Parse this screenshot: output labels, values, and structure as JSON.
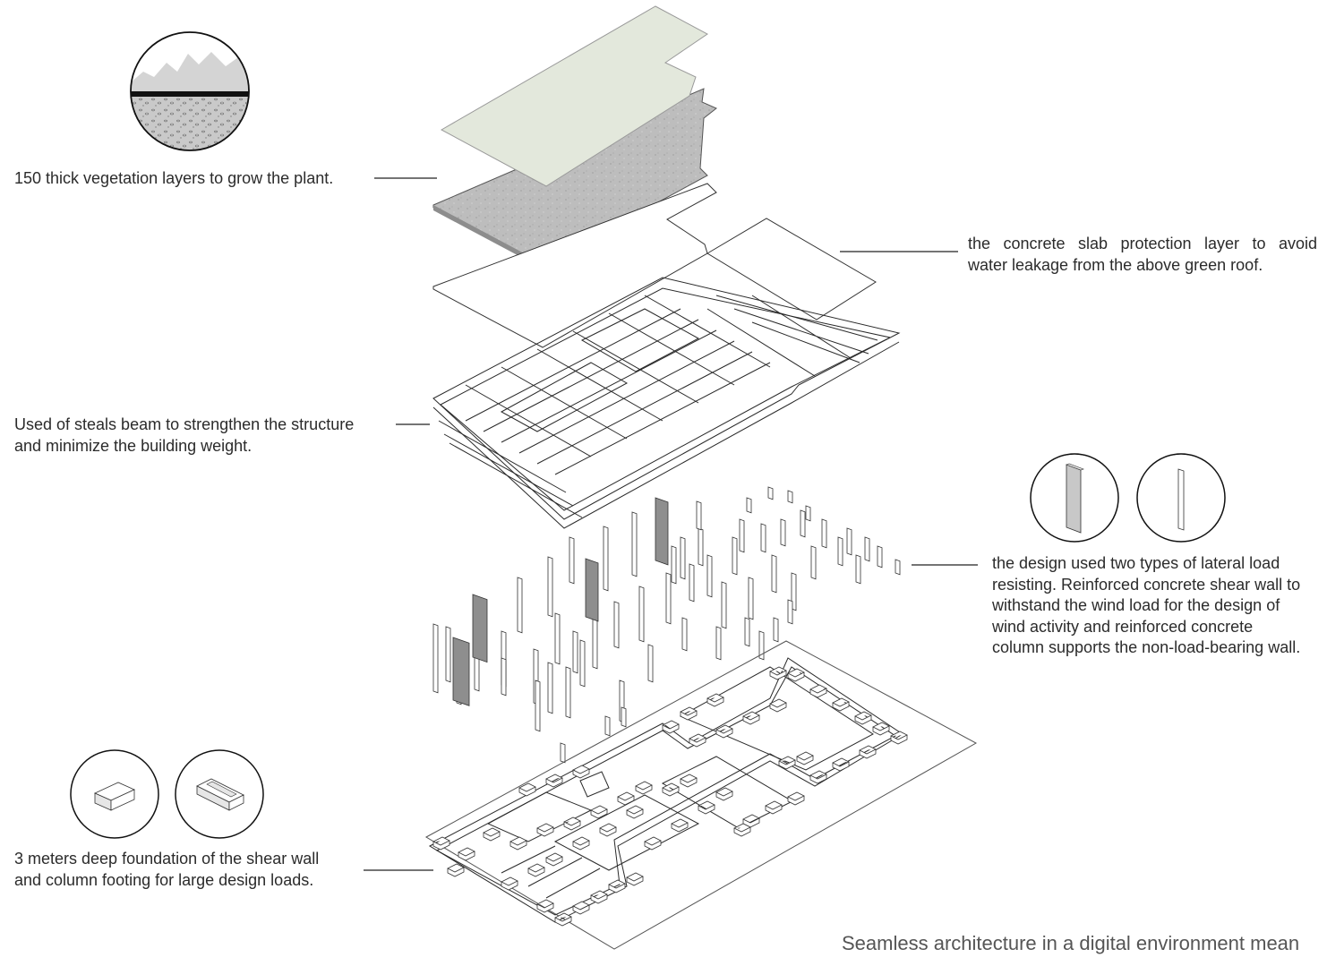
{
  "annotations": {
    "vegetation": "150 thick vegetation layers to grow the plant.",
    "concrete_slab": {
      "line1": "the concrete slab protection layer to avoid",
      "line2": "water leakage from the above green roof."
    },
    "steel_beam": {
      "line1": "Used of steals beam to strengthen the structure",
      "line2": "and minimize the building weight."
    },
    "lateral_load": {
      "line1": "the design used two types of lateral load",
      "line2": "resisting. Reinforced concrete shear wall to",
      "line3": "withstand the wind load for the design of",
      "line4": "wind activity and reinforced concrete",
      "line5": "column supports the non-load-bearing wall."
    },
    "foundation": {
      "line1": "3 meters deep foundation of the shear wall",
      "line2": "and column footing for large design loads."
    }
  },
  "footer": "Seamless architecture in a digital environment mean",
  "colors": {
    "vegetation_top": "#dfe6d8",
    "soil": "#c8c8c8",
    "shear_wall": "#8a8a8a",
    "line": "#222222"
  },
  "icons": [
    "soil-section-icon",
    "shear-wall-icon",
    "column-icon",
    "isolated-footing-icon",
    "strip-footing-icon"
  ]
}
